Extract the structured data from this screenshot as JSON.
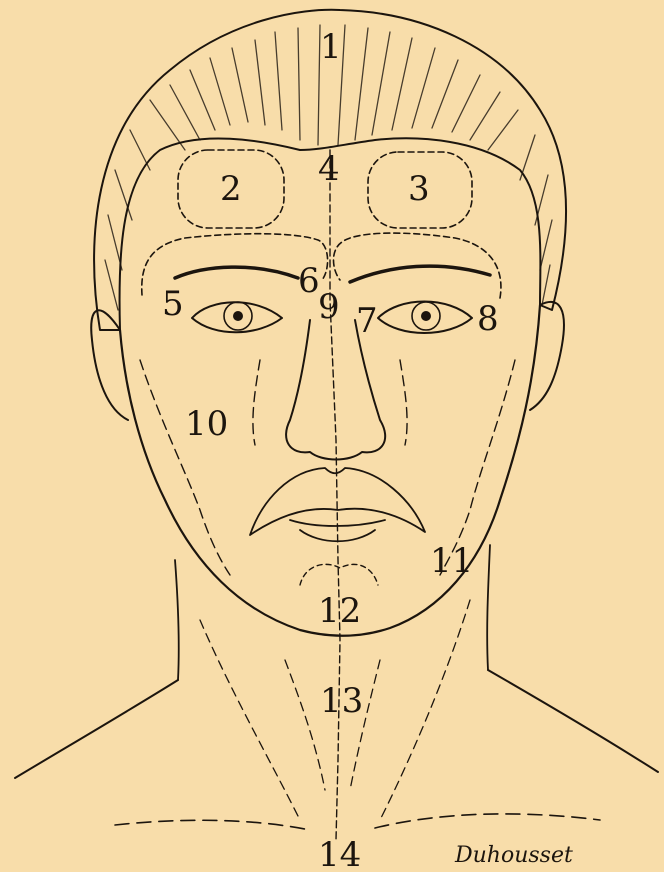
{
  "regions": [
    {
      "id": "region-1",
      "label": "1"
    },
    {
      "id": "region-2",
      "label": "2"
    },
    {
      "id": "region-3",
      "label": "3"
    },
    {
      "id": "region-4",
      "label": "4"
    },
    {
      "id": "region-5",
      "label": "5"
    },
    {
      "id": "region-6",
      "label": "6"
    },
    {
      "id": "region-7",
      "label": "7"
    },
    {
      "id": "region-8",
      "label": "8"
    },
    {
      "id": "region-9",
      "label": "9"
    },
    {
      "id": "region-10",
      "label": "10"
    },
    {
      "id": "region-11",
      "label": "11"
    },
    {
      "id": "region-12",
      "label": "12"
    },
    {
      "id": "region-13",
      "label": "13"
    },
    {
      "id": "region-14",
      "label": "14"
    }
  ],
  "signature": "Duhousset",
  "colors": {
    "paper": "#f8ddaa",
    "ink": "#1c150e"
  }
}
